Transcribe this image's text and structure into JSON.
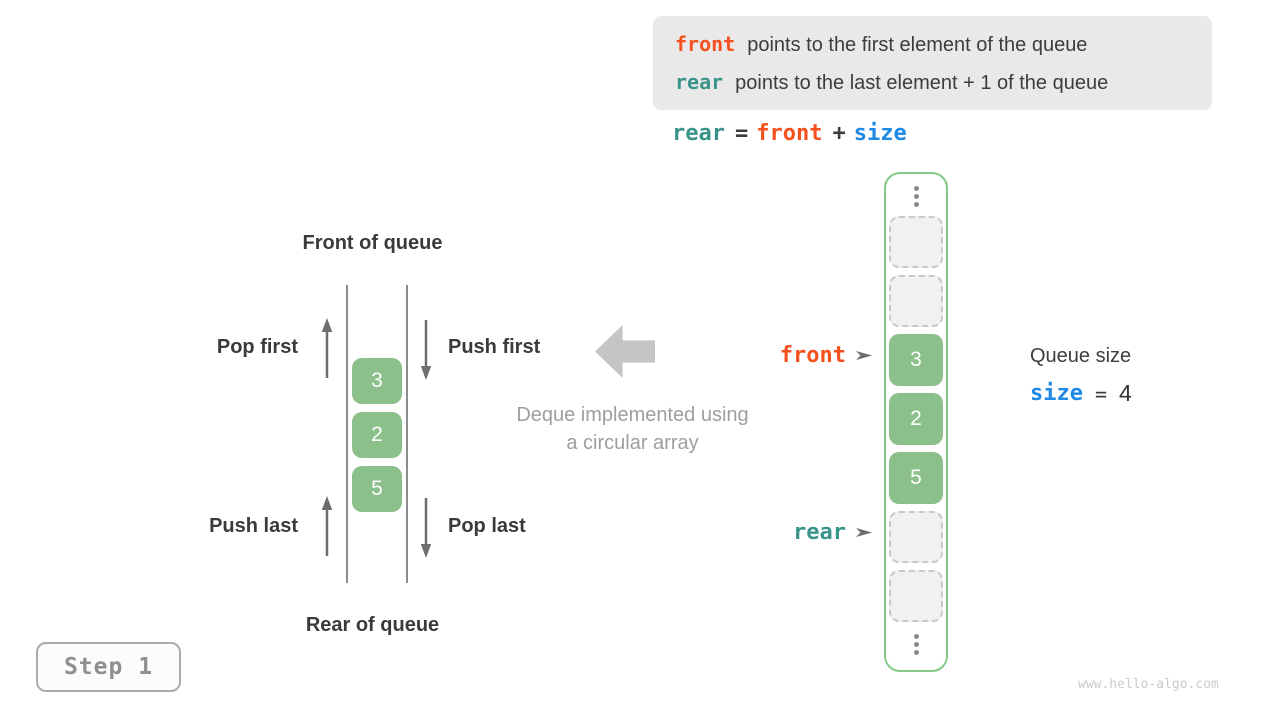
{
  "colors": {
    "orange": "#f4511e",
    "teal": "#3a948a",
    "blue": "#1e88e5",
    "green_fill": "#8cc08a",
    "green_border": "#85c885",
    "info_box_bg": "#e9e9e9",
    "dark_text": "#3d3d3d",
    "gray_caption": "#9e9e9e"
  },
  "info_box": {
    "lines": [
      {
        "code": "front",
        "text": "points to the first element of the queue"
      },
      {
        "code": "rear",
        "text": "points to the last element + 1 of the queue"
      }
    ]
  },
  "equation": {
    "rear": "rear",
    "eq": "=",
    "front": "front",
    "plus": "+",
    "size": "size"
  },
  "left_diagram": {
    "front_label": "Front of queue",
    "rear_label": "Rear of queue",
    "pop_first": "Pop first",
    "push_first": "Push first",
    "push_last": "Push last",
    "pop_last": "Pop last",
    "cells": [
      "3",
      "2",
      "5"
    ]
  },
  "center": {
    "caption_line1": "Deque implemented using",
    "caption_line2": "a circular array"
  },
  "array": {
    "cells": [
      {
        "type": "empty"
      },
      {
        "type": "empty"
      },
      {
        "type": "filled",
        "value": "3"
      },
      {
        "type": "filled",
        "value": "2"
      },
      {
        "type": "filled",
        "value": "5"
      },
      {
        "type": "empty"
      },
      {
        "type": "empty"
      }
    ],
    "front_pointer": "front",
    "rear_pointer": "rear"
  },
  "queue_size": {
    "title": "Queue size",
    "var": "size",
    "eq": "=",
    "value": "4"
  },
  "step": {
    "label": "Step 1"
  },
  "watermark": "www.hello-algo.com"
}
